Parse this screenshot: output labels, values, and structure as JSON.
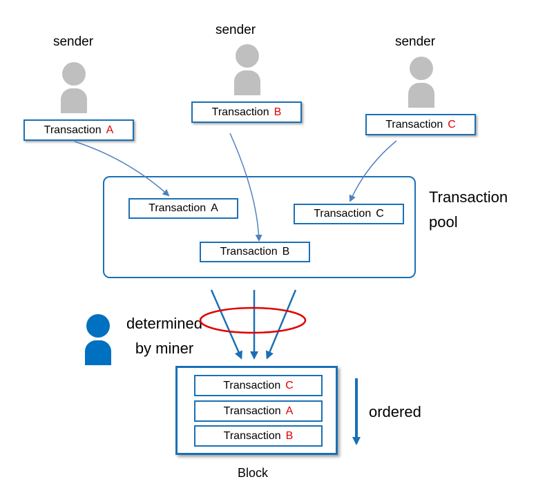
{
  "senders": [
    {
      "label": "sender",
      "tx_word": "Transaction",
      "tx_letter": "A"
    },
    {
      "label": "sender",
      "tx_word": "Transaction",
      "tx_letter": "B"
    },
    {
      "label": "sender",
      "tx_word": "Transaction",
      "tx_letter": "C"
    }
  ],
  "pool": {
    "label_line1": "Transaction",
    "label_line2": "pool",
    "items": [
      {
        "tx_word": "Transaction",
        "tx_letter": "A"
      },
      {
        "tx_word": "Transaction",
        "tx_letter": "B"
      },
      {
        "tx_word": "Transaction",
        "tx_letter": "C"
      }
    ]
  },
  "miner": {
    "label_line1": "determined",
    "label_line2": "by miner"
  },
  "block": {
    "label": "Block",
    "items": [
      {
        "tx_word": "Transaction",
        "tx_letter": "C"
      },
      {
        "tx_word": "Transaction",
        "tx_letter": "A"
      },
      {
        "tx_word": "Transaction",
        "tx_letter": "B"
      }
    ]
  },
  "order_label": "ordered",
  "colors": {
    "accent_blue": "#1a6fb5",
    "arrow_blue": "#4f81bd",
    "highlight_red": "#e00000",
    "sender_gray": "#bfbfbf",
    "miner_blue": "#0070c0"
  }
}
